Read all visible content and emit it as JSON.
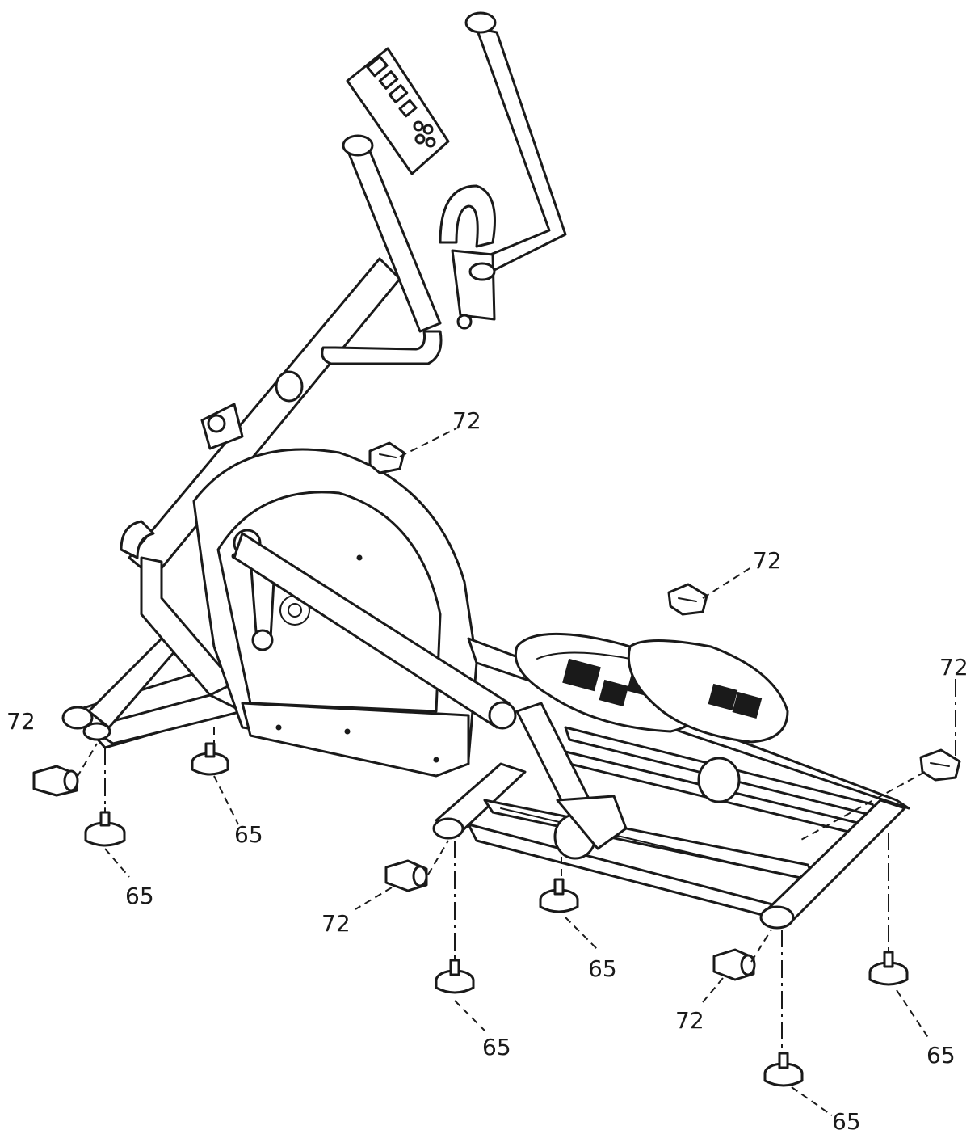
{
  "callouts": {
    "c72_a": "72",
    "c72_b": "72",
    "c72_c": "72",
    "c72_d": "72",
    "c72_e": "72",
    "c72_f": "72",
    "c65_a": "65",
    "c65_b": "65",
    "c65_c": "65",
    "c65_d": "65",
    "c65_e": "65",
    "c65_f": "65"
  }
}
